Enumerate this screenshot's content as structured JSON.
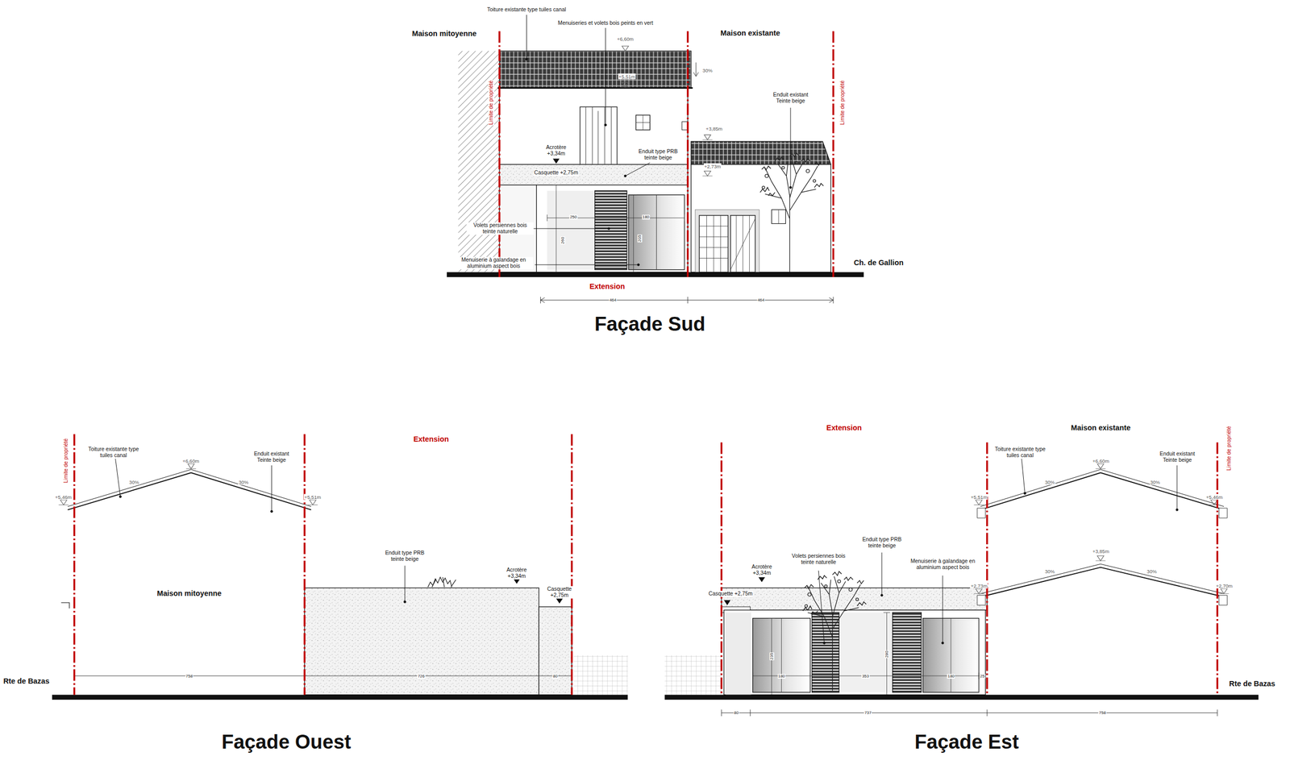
{
  "diagram": {
    "labels": [
      "Toiture existante type tuiles canal",
      "Maison mitoyenne",
      "Menuiseries et volets bois peints en vert",
      "+6,60m",
      "Maison existante",
      "30%",
      "+5,51m",
      "Limite de propriété",
      "Limite de propriété",
      "Enduit existant Teinte beige",
      "+3,85m",
      "Acrotère +3,34m",
      "Enduit type PRB teinte beige",
      "+2,73m",
      "Casquette +2,75m",
      "250",
      "180",
      "Volets persiennes bois teinte naturelle",
      "260",
      "205",
      "Menuiserie à galandage en aluminium aspect bois",
      "Ch. de Gallion",
      "Extension",
      "464",
      "464",
      "Façade Sud",
      "Limite de propriété",
      "Extension",
      "Toiture existante type tuiles canal",
      "Enduit existant Teinte beige",
      "+6,60m",
      "30%",
      "30%",
      "+5,46m",
      "+5,51m",
      "Maison mitoyenne",
      "Enduit type PRB teinte beige",
      "Acrotère +3,34m",
      "Casquette +2,75m",
      "758",
      "726",
      "80",
      "Rte de Bazas",
      "Façade Ouest",
      "Extension",
      "Maison existante",
      "Limite de propriété",
      "Toiture existante type tuiles canal",
      "Enduit existant Teinte beige",
      "+6,60m",
      "30%",
      "30%",
      "+5,51m",
      "+5,46m",
      "Enduit type PRB teinte beige",
      "Volets persiennes bois teinte naturelle",
      "Menuiserie à galandage en aluminium aspect bois",
      "+3,85m",
      "30%",
      "30%",
      "Acrotère +3,34m",
      "Casquette +2,75m",
      "+2,73m",
      "+2,70m",
      "235",
      "180",
      "353",
      "280",
      "180",
      "25",
      "Rte de Bazas",
      "80",
      "737",
      "758",
      "Façade Est"
    ]
  }
}
